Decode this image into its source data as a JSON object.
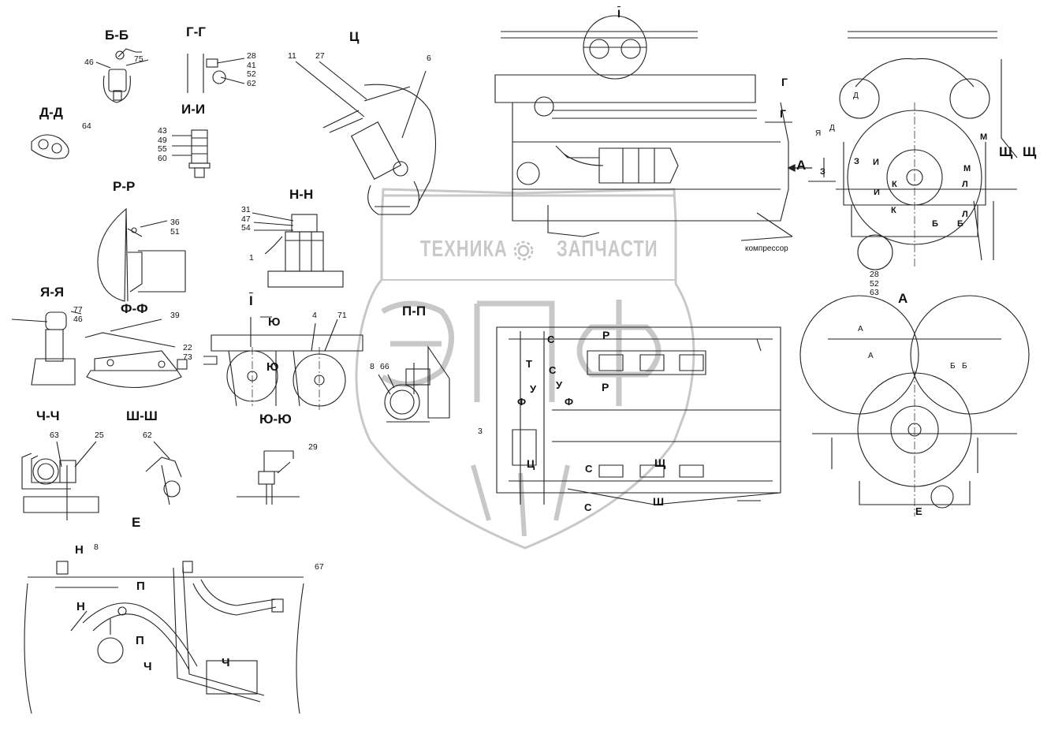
{
  "sections": {
    "bb": "Б-Б",
    "gg": "Г-Г",
    "ts": "Ц",
    "dd": "Д-Д",
    "ii": "И-И",
    "rr": "Р-Р",
    "nn": "Н-Н",
    "yaya": "Я-Я",
    "ff": "Ф-Ф",
    "view1": "I",
    "chch": "Ч-Ч",
    "shsh": "Ш-Ш",
    "yuyu": "Ю-Ю",
    "pp": "П-П",
    "e": "Е",
    "a": "А",
    "a_arrow": "А",
    "shch_left": "Щ",
    "shch_right": "Щ"
  },
  "callouts": {
    "bb": [
      "46",
      "75"
    ],
    "gg": [
      "28",
      "41",
      "52",
      "62"
    ],
    "ts": [
      "11",
      "27",
      "6"
    ],
    "dd": [
      "64"
    ],
    "ii": [
      "43",
      "49",
      "55",
      "60"
    ],
    "rr": [
      "36",
      "51"
    ],
    "nn": [
      "31",
      "47",
      "54",
      "1"
    ],
    "yaya": [
      "77",
      "46"
    ],
    "ff": [
      "39",
      "22",
      "73"
    ],
    "view1": [
      "4",
      "71"
    ],
    "pp": [
      "8",
      "66"
    ],
    "chch": [
      "63",
      "25"
    ],
    "shsh": [
      "62"
    ],
    "yuyu": [
      "29"
    ],
    "top_mid": [
      "3"
    ],
    "e_view": [
      "8",
      "67"
    ],
    "front": [
      "28",
      "52",
      "63"
    ]
  },
  "letters": {
    "yu_a": "Ю",
    "yu_b": "Ю",
    "n_a": "Н",
    "n_b": "Н",
    "p_a": "П",
    "p_b": "П",
    "ch": "Ч",
    "g_a": "Г",
    "g_b": "Г",
    "d_a": "Д",
    "d_b": "Д",
    "z_a": "З",
    "z_b": "З",
    "i_a": "И",
    "i_b": "И",
    "k_a": "К",
    "k_b": "К",
    "l_a": "Л",
    "l_b": "Л",
    "b_a": "Б",
    "b_b": "Б",
    "m_a": "М",
    "m_b": "М",
    "ya": "Я",
    "s_a": "С",
    "s_b": "С",
    "s_c": "С",
    "s_d": "С",
    "t": "Т",
    "u_a": "У",
    "u_b": "У",
    "f_a": "Ф",
    "f_b": "Ф",
    "r_a": "Р",
    "r_b": "Р",
    "sh_a": "Щ",
    "w_a": "Ш",
    "ts_mark": "Ц",
    "e_mark": "Е",
    "a1": "А",
    "a2": "А",
    "b1": "Б",
    "b2": "Б",
    "view_i": "I"
  },
  "compressor_label": "компрессор",
  "watermark": {
    "brand_left": "ТЕХНИКА",
    "brand_right": "ЗАПЧАСТИ",
    "logo_letters": "ЭПФ",
    "gear_icon": "gear-icon"
  },
  "colors": {
    "line": "#222222",
    "watermark": "#c8c8c8",
    "background": "#ffffff"
  }
}
